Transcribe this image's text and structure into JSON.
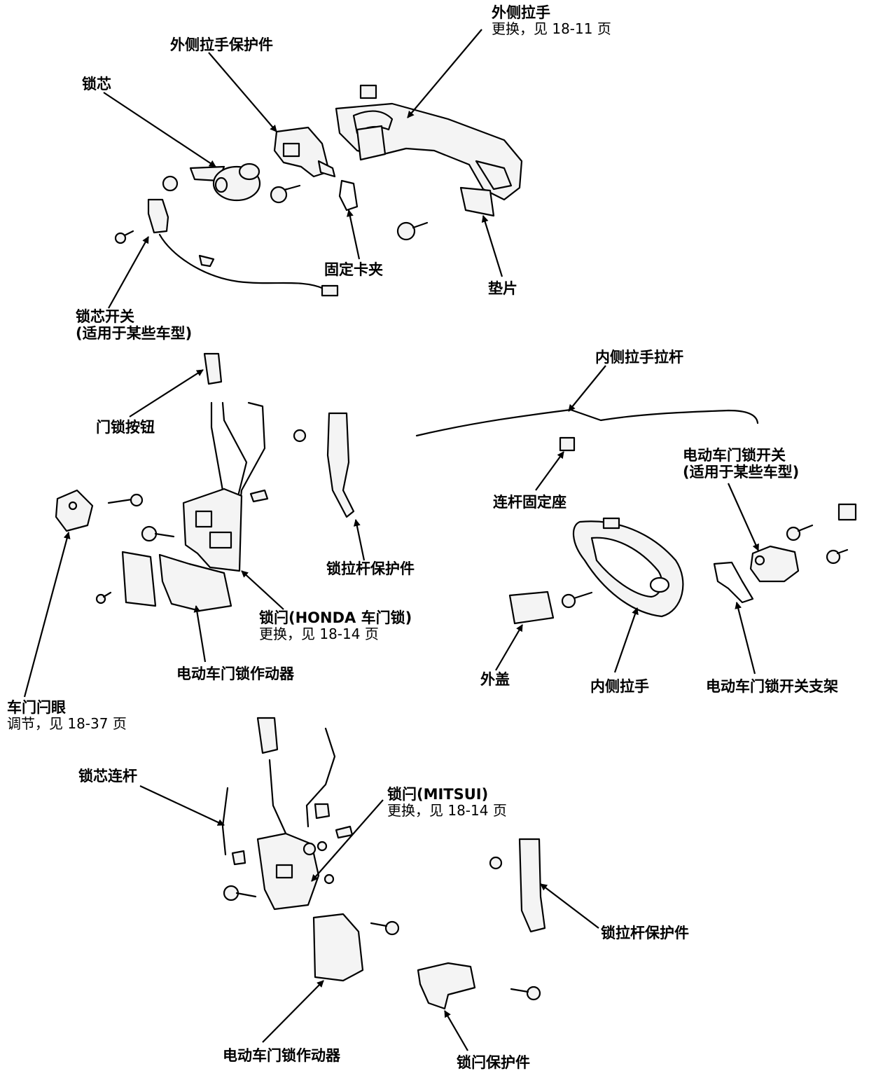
{
  "labels": {
    "outer_handle": {
      "title": "外侧拉手",
      "note": "更换，见 18-11 页"
    },
    "outer_handle_protector": {
      "title": "外侧拉手保护件"
    },
    "lock_cylinder": {
      "title": "锁芯"
    },
    "retaining_clip": {
      "title": "固定卡夹"
    },
    "pad": {
      "title": "垫片"
    },
    "cylinder_switch": {
      "title": "锁芯开关",
      "note": "(适用于某些车型)"
    },
    "lock_knob": {
      "title": "门锁按钮"
    },
    "rod_protector_honda": {
      "title": "锁拉杆保护件"
    },
    "latch_honda": {
      "title": "锁闩(HONDA 车门锁)",
      "note": "更换，见 18-14 页"
    },
    "actuator_honda": {
      "title": "电动车门锁作动器"
    },
    "striker": {
      "title": "车门闩眼",
      "note": "调节，见 18-37 页"
    },
    "inner_handle_rod": {
      "title": "内侧拉手拉杆"
    },
    "rod_holder": {
      "title": "连杆固定座"
    },
    "power_lock_switch": {
      "title": "电动车门锁开关",
      "note": "(适用于某些车型)"
    },
    "cover": {
      "title": "外盖"
    },
    "inner_handle": {
      "title": "内侧拉手"
    },
    "switch_bracket": {
      "title": "电动车门锁开关支架"
    },
    "cylinder_rod": {
      "title": "锁芯连杆"
    },
    "latch_mitsui": {
      "title": "锁闩(MITSUI)",
      "note": "更换，见 18-14 页"
    },
    "rod_protector_mitsui": {
      "title": "锁拉杆保护件"
    },
    "actuator_mitsui": {
      "title": "电动车门锁作动器"
    },
    "latch_protector": {
      "title": "锁闩保护件"
    }
  },
  "colors": {
    "ink": "#000000",
    "paper": "#ffffff",
    "part_fill": "#f4f4f4"
  }
}
